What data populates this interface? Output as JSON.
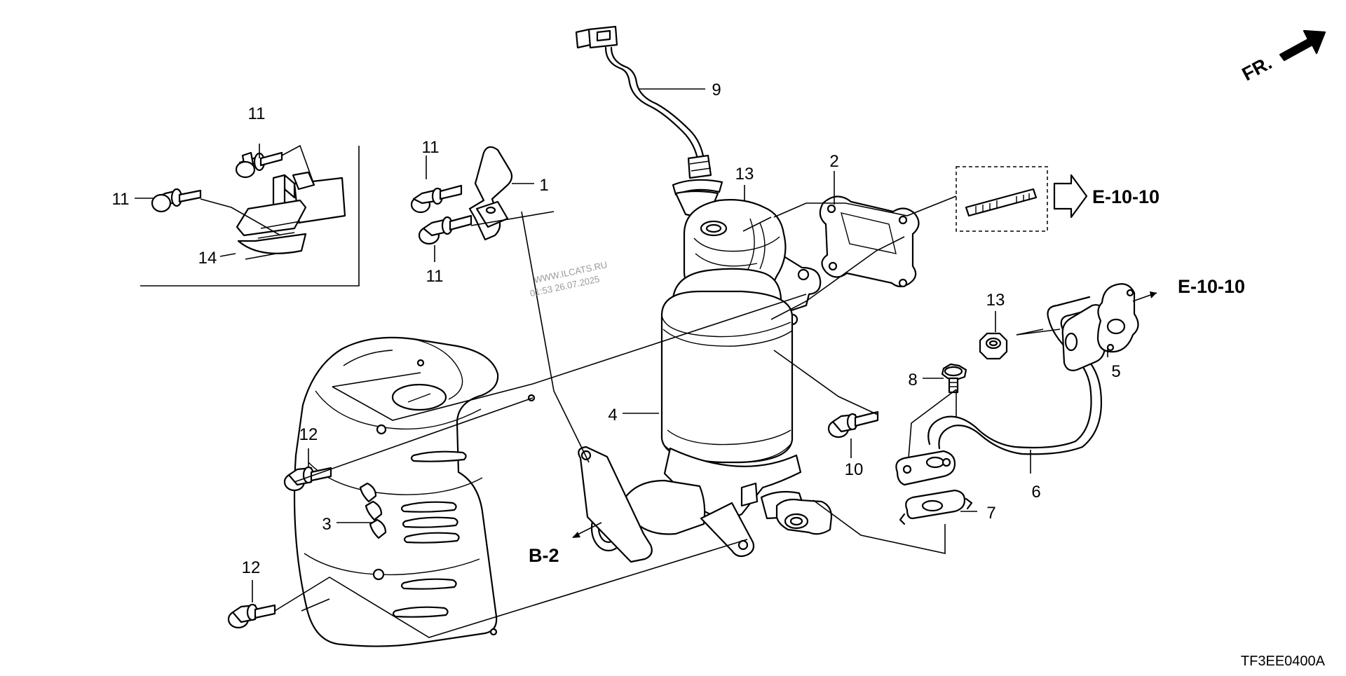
{
  "diagram": {
    "drawing_code": "TF3EE0400A",
    "watermark": {
      "site": "WWW.ILCATS.RU",
      "timestamp": "01:53 26.07.2025"
    },
    "direction": {
      "label": "FR."
    },
    "references": {
      "e_upper": "E-10-10",
      "e_lower": "E-10-10",
      "b": "B-2"
    },
    "callouts": {
      "c1": "1",
      "c2": "2",
      "c3": "3",
      "c4": "4",
      "c5": "5",
      "c6": "6",
      "c7": "7",
      "c8": "8",
      "c9": "9",
      "c10": "10",
      "c11a": "11",
      "c11b": "11",
      "c11c": "11",
      "c11d": "11",
      "c12a": "12",
      "c12b": "12",
      "c13a": "13",
      "c13b": "13",
      "c14": "14"
    }
  }
}
